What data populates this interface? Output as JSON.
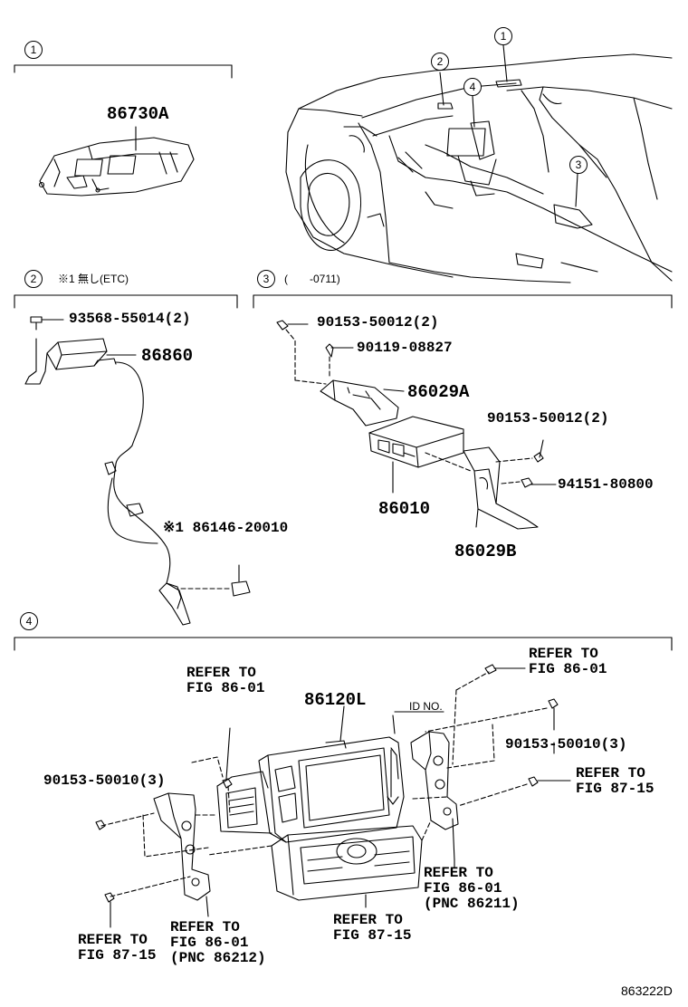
{
  "sections": {
    "s1": {
      "callout": "1"
    },
    "s2": {
      "callout": "2",
      "note": "※1 無し(ETC)"
    },
    "s3": {
      "callout": "3",
      "range": "(　　-0711)"
    },
    "s4": {
      "callout": "4"
    }
  },
  "overview_callouts": [
    "1",
    "2",
    "3",
    "4"
  ],
  "parts": {
    "p86730A": "86730A",
    "p93568": "93568-55014(2)",
    "p86860": "86860",
    "p86146": "※1 86146-20010",
    "p90153a": "90153-50012(2)",
    "p90119": "90119-08827",
    "p86029A": "86029A",
    "p90153b": "90153-50012(2)",
    "p94151": "94151-80800",
    "p86010": "86010",
    "p86029B": "86029B",
    "p86120L": "86120L",
    "id_no": "ID NO.",
    "p90153c": "90153-50010(3)",
    "p90153d": "90153-50010(3)"
  },
  "refs": {
    "r1": "REFER TO\nFIG 86-01",
    "r2": "REFER TO\nFIG 86-01",
    "r3": "REFER TO\nFIG 87-15",
    "r4": "REFER TO\nFIG 86-01\n(PNC 86211)",
    "r5": "REFER TO\nFIG 87-15",
    "r6": "REFER TO\nFIG 86-01\n(PNC 86212)",
    "r7": "REFER TO\nFIG 87-15"
  },
  "diagram_code": "863222D"
}
